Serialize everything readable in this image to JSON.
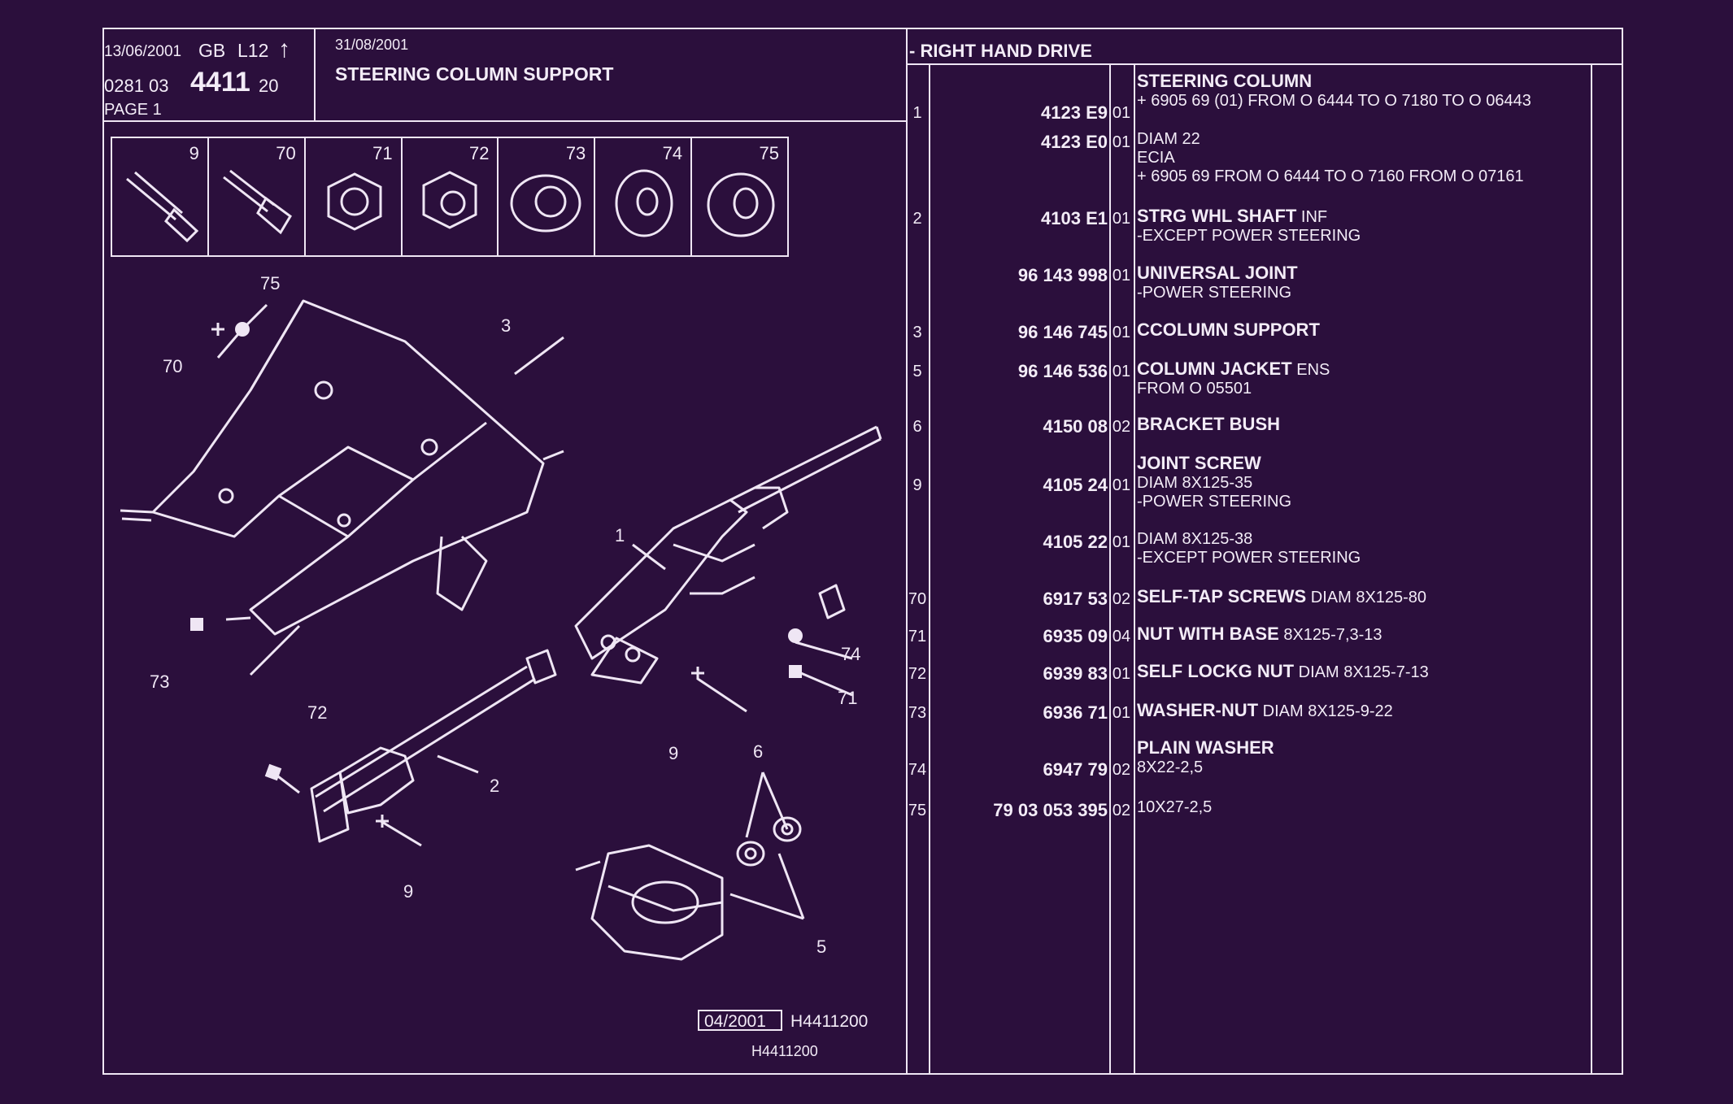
{
  "header": {
    "date1": "13/06/2001",
    "lang": "GB",
    "code": "L12",
    "arrow": "↑",
    "doc_prefix": "0281 03",
    "doc_main": "4411",
    "doc_suffix": "20",
    "page": "PAGE 1",
    "date2": "31/08/2001",
    "title": "STEERING COLUMN SUPPORT",
    "right_title": "- RIGHT HAND DRIVE"
  },
  "thumbs": [
    "9",
    "70",
    "71",
    "72",
    "73",
    "74",
    "75"
  ],
  "diagram_labels": {
    "l75": "75",
    "l70": "70",
    "l3": "3",
    "l73": "73",
    "l1": "1",
    "l74": "74",
    "l71": "71",
    "l72": "72",
    "l2": "2",
    "l9a": "9",
    "l9b": "9",
    "l6": "6",
    "l5": "5"
  },
  "footer": {
    "boxed_date": "04/2001",
    "ref1": "H4411200",
    "ref2": "H4411200"
  },
  "parts": [
    {
      "ref": "1",
      "partno": "4123 E9",
      "qty": "01",
      "title": "STEERING COLUMN",
      "rest": "",
      "lines": [
        "+ 6905 69 (01) FROM O 6444 TO O 7180 TO  O 06443"
      ]
    },
    {
      "ref": "",
      "partno": "4123 E0",
      "qty": "01",
      "title": "",
      "rest": "",
      "lines": [
        "DIAM 22",
        "ECIA",
        "+ 6905 69 FROM O 6444 TO O 7160 FROM  O 07161"
      ]
    },
    {
      "ref": "2",
      "partno": "4103 E1",
      "qty": "01",
      "title": "STRG WHL SHAFT",
      "rest": " INF",
      "lines": [
        "-EXCEPT POWER STEERING"
      ]
    },
    {
      "ref": "",
      "partno": "96 143 998",
      "qty": "01",
      "title": "UNIVERSAL JOINT",
      "rest": "",
      "lines": [
        "-POWER STEERING"
      ]
    },
    {
      "ref": "3",
      "partno": "96 146 745",
      "qty": "01",
      "title": "CCOLUMN SUPPORT",
      "rest": "",
      "lines": []
    },
    {
      "ref": "5",
      "partno": "96 146 536",
      "qty": "01",
      "title": "COLUMN JACKET",
      "rest": " ENS",
      "lines": [
        "FROM  O  05501"
      ]
    },
    {
      "ref": "6",
      "partno": "4150 08",
      "qty": "02",
      "title": "BRACKET BUSH",
      "rest": "",
      "lines": []
    },
    {
      "ref": "9",
      "partno": "4105 24",
      "qty": "01",
      "title": "JOINT SCREW",
      "rest": "",
      "lines": [
        "DIAM 8X125-35",
        "-POWER STEERING"
      ]
    },
    {
      "ref": "",
      "partno": "4105 22",
      "qty": "01",
      "title": "",
      "rest": "",
      "lines": [
        "DIAM 8X125-38",
        "-EXCEPT POWER STEERING"
      ]
    },
    {
      "ref": "70",
      "partno": "6917 53",
      "qty": "02",
      "title": "SELF-TAP SCREWS",
      "rest": " DIAM 8X125-80",
      "lines": []
    },
    {
      "ref": "71",
      "partno": "6935 09",
      "qty": "04",
      "title": "NUT WITH BASE",
      "rest": " 8X125-7,3-13",
      "lines": []
    },
    {
      "ref": "72",
      "partno": "6939 83",
      "qty": "01",
      "title": "SELF LOCKG NUT",
      "rest": " DIAM 8X125-7-13",
      "lines": []
    },
    {
      "ref": "73",
      "partno": "6936 71",
      "qty": "01",
      "title": "WASHER-NUT",
      "rest": " DIAM 8X125-9-22",
      "lines": []
    },
    {
      "ref": "74",
      "partno": "6947 79",
      "qty": "02",
      "title": "PLAIN WASHER",
      "rest": "",
      "lines": [
        "8X22-2,5"
      ]
    },
    {
      "ref": "75",
      "partno": "79 03 053 395",
      "qty": "02",
      "title": "",
      "rest": "",
      "lines": [
        "10X27-2,5"
      ]
    }
  ]
}
